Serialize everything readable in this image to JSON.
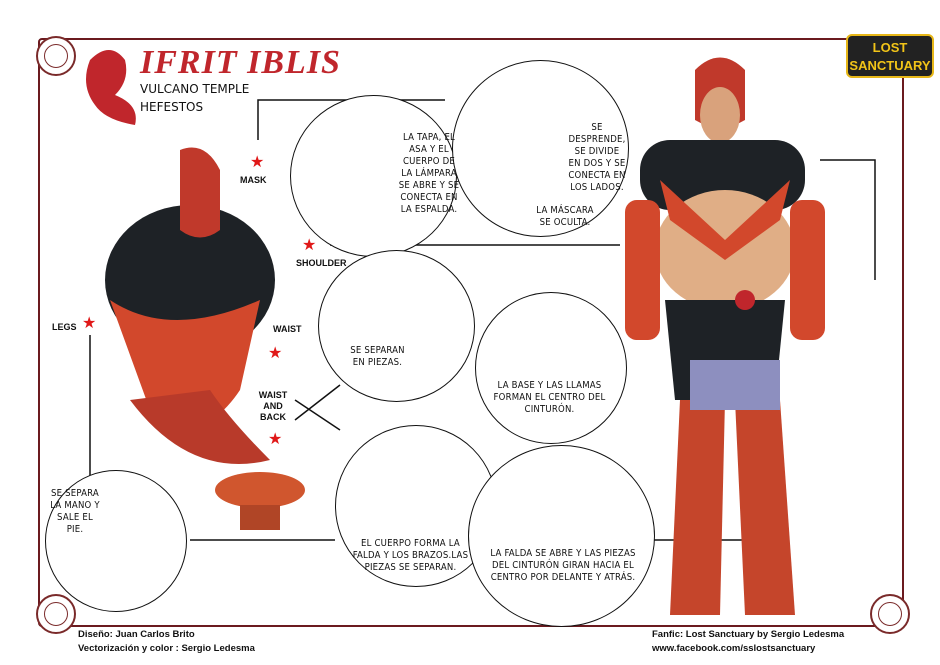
{
  "title": "IFRIT IBLIS",
  "subtitle1": "VULCANO TEMPLE",
  "subtitle2": "HEFESTOS",
  "logo": "LOST SANCTUARY",
  "labels": {
    "mask": "MASK",
    "shoulder": "SHOULDER",
    "legs": "LEGS",
    "waist": "WAIST",
    "waist_and_back": "WAIST AND BACK"
  },
  "notes": {
    "lamp": "LA TAPA, EL ASA Y EL CUERPO DE LA LÁMPARA SE ABRE Y SE CONECTA EN LA ESPALDA.",
    "helmet": "SE DESPRENDE, SE DIVIDE EN DOS Y SE CONECTA EN LOS LADOS.",
    "mask_hide": "LA MÁSCARA SE OCULTA.",
    "waist": "SE SEPARAN EN PIEZAS.",
    "belt": "LA BASE Y LAS LLAMAS FORMAN EL CENTRO DEL CINTURÓN.",
    "body": "EL CUERPO FORMA LA FALDA Y LOS BRAZOS.LAS PIEZAS SE SEPARAN.",
    "skirt": "LA FALDA SE ABRE Y LAS PIEZAS DEL CINTURÓN GIRAN HACIA EL CENTRO POR DELANTE Y ATRÁS.",
    "legs": "SE SEPARA LA MANO Y SALE EL PIE."
  },
  "footer": {
    "design": "Diseño: Juan Carlos Brito",
    "vector": "Vectorización y color : Sergio Ledesma",
    "fanfic": "Fanfic: Lost Sanctuary by Sergio Ledesma",
    "url": "www.facebook.com/sslostsanctuary"
  },
  "colors": {
    "accent": "#c0262c",
    "armor": "#d2482c",
    "dark": "#1e2226"
  }
}
